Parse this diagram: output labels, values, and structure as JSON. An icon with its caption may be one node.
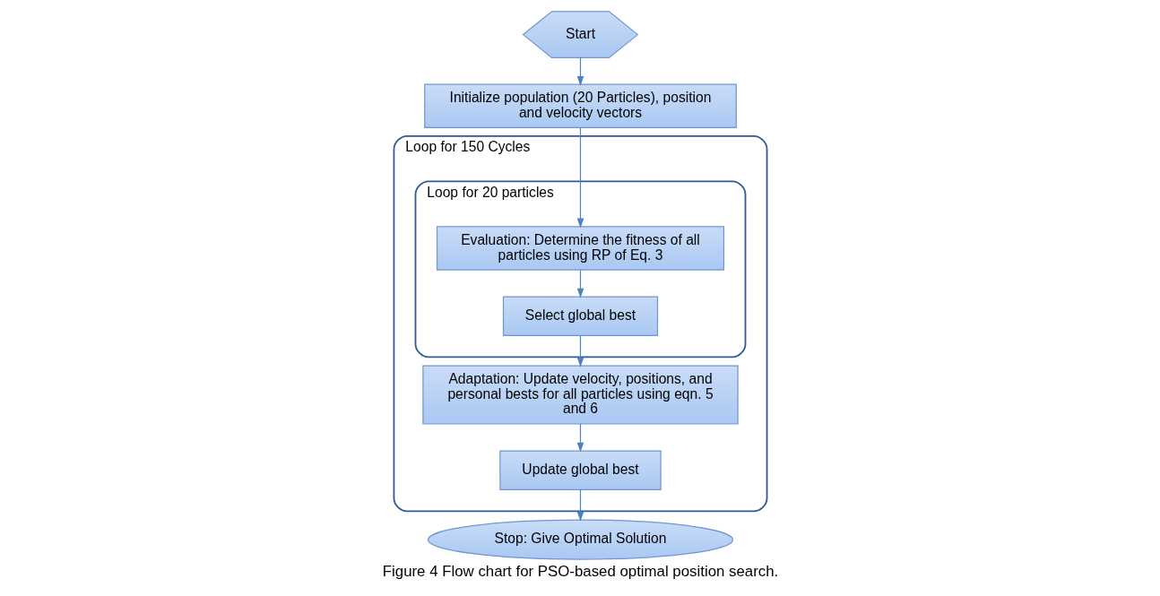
{
  "diagram": {
    "caption": "Figure 4 Flow chart for PSO-based optimal position search.",
    "nodes": [
      {
        "text": [
          "Start"
        ]
      },
      {
        "text": [
          "Initialize population (20 Particles), position and velocity vectors"
        ]
      },
      {
        "text": [
          "Loop for 150 Cycles"
        ]
      },
      {
        "text": [
          "Loop for 20 particles"
        ],
        "in": 2
      },
      {
        "text": [
          "Evaluation: Determine the fitness of all particles using RP of Eq. 3"
        ],
        "in": 3
      },
      {
        "text": [
          "Select global best"
        ],
        "in": 3
      },
      {
        "text": [
          "Adaptation: Update velocity, positions, and personal bests for all particles using eqn. 5 and 6"
        ],
        "in": 2
      },
      {
        "text": [
          "Update global best"
        ],
        "in": 2
      },
      {
        "text": [
          "Stop: Give Optimal Solution"
        ]
      }
    ],
    "edges": [
      {
        "from": 0,
        "to": 1,
        "arrow": "to"
      },
      {
        "from": 1,
        "to": 4,
        "arrow": "to"
      },
      {
        "from": 4,
        "to": 5,
        "arrow": "to"
      },
      {
        "from": 5,
        "to": 6,
        "arrow": "to"
      },
      {
        "from": 6,
        "to": 7,
        "arrow": "to"
      },
      {
        "from": 7,
        "to": 8,
        "arrow": "to"
      }
    ]
  }
}
